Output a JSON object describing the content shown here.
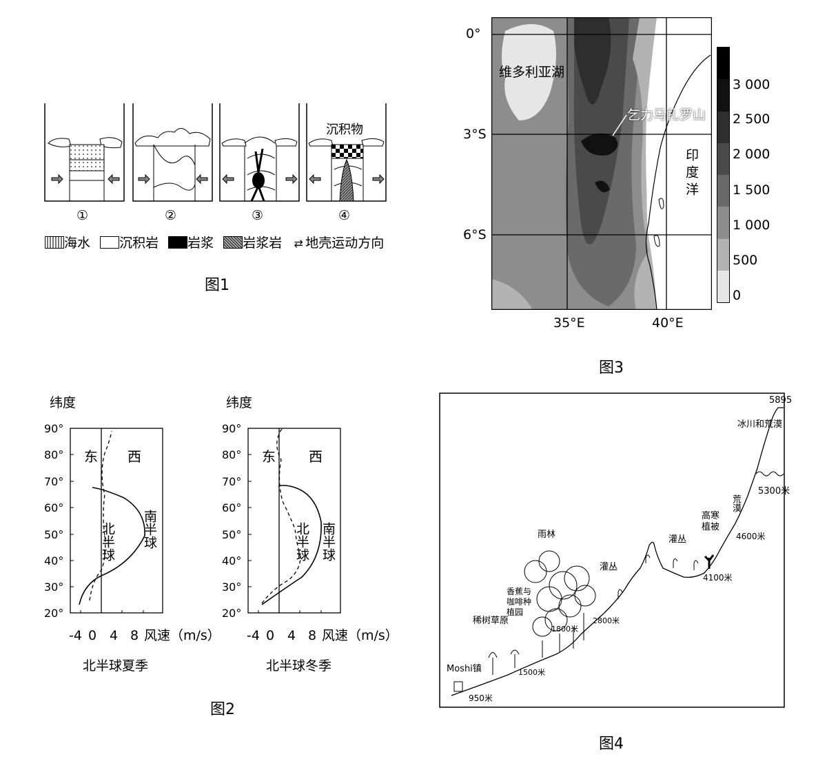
{
  "figure1": {
    "caption": "图1",
    "panels": [
      {
        "num": "①",
        "label": ""
      },
      {
        "num": "②",
        "label": ""
      },
      {
        "num": "③",
        "label": ""
      },
      {
        "num": "④",
        "label": "沉积物"
      }
    ],
    "legend": [
      {
        "key": "seawater",
        "text": "海水"
      },
      {
        "key": "sedimentary",
        "text": "沉积岩"
      },
      {
        "key": "magma",
        "text": "岩浆"
      },
      {
        "key": "igneous",
        "text": "岩浆岩"
      },
      {
        "key": "crust-motion",
        "text": "地壳运动方向"
      }
    ]
  },
  "figure2": {
    "caption": "图2",
    "yaxis_title": "纬度",
    "yticks": [
      "90°",
      "80°",
      "70°",
      "60°",
      "50°",
      "40°",
      "30°",
      "20°"
    ],
    "xticks": [
      "-4",
      "0",
      "4",
      "8"
    ],
    "xaxis_title": "风速（m/s）",
    "east_label": "东",
    "west_label": "西",
    "north_label": "北半球",
    "south_label": "南半球",
    "chart_titles": [
      "北半球夏季",
      "北半球冬季"
    ]
  },
  "figure3": {
    "caption": "图3",
    "lat_labels": [
      "0°",
      "3°S",
      "6°S"
    ],
    "lon_labels": [
      "35°E",
      "40°E"
    ],
    "lake_label": "维多利亚湖",
    "mountain_label": "乞力马扎罗山",
    "ocean_label": "印度洋",
    "scale_labels": [
      "3 000",
      "2 500",
      "2 000",
      "1 500",
      "1 000",
      "500",
      "0"
    ],
    "scale_colors": [
      "#111111",
      "#2e2e2e",
      "#4a4a4a",
      "#6a6a6a",
      "#8d8d8d",
      "#b3b3b3",
      "#e6e6e6"
    ]
  },
  "figure4": {
    "caption": "图4",
    "labels": {
      "peak": "5895",
      "glacier": "冰川和荒漠",
      "snowline": "5300米",
      "desert": "荒漠",
      "alpine": "高寒植被",
      "m4600": "4600米",
      "shrub1": "灌丛",
      "shrub2": "灌丛",
      "m4100": "4100米",
      "rainforest": "雨林",
      "m2800": "2800米",
      "m1800": "1800米",
      "m1500": "1500米",
      "banana": "香蕉与咖啡种植园",
      "savanna": "稀树草原",
      "town": "Moshi镇",
      "m950": "950米"
    }
  }
}
